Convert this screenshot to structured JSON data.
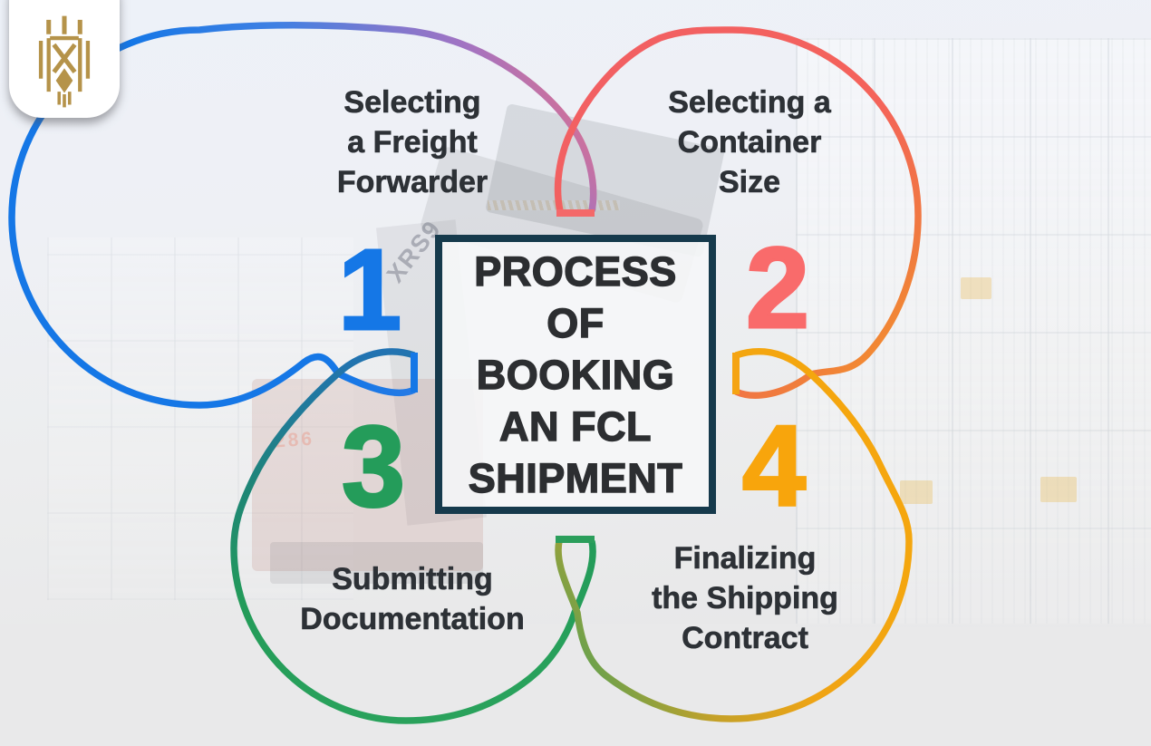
{
  "meta": {
    "kind": "process-infographic"
  },
  "logo": {
    "icon": "gold-crest-emblem",
    "gold": "#b5934a",
    "card_bg": "#ffffff"
  },
  "title_box": {
    "text": "PROCESS OF BOOKING AN FCL SHIPMENT",
    "lines": [
      "PROCESS",
      "OF",
      "BOOKING",
      "AN FCL",
      "SHIPMENT"
    ],
    "border_color": "#163a4c",
    "text_color": "#2c2e31"
  },
  "steps": [
    {
      "number": "1",
      "label": "Selecting a Freight Forwarder",
      "lines": [
        "Selecting",
        "a Freight",
        "Forwarder"
      ],
      "color": "#1577e6",
      "ring_gradient": [
        "#ef6f7e",
        "#a273c2",
        "#1577e6"
      ]
    },
    {
      "number": "2",
      "label": "Selecting a Container Size",
      "lines": [
        "Selecting a",
        "Container",
        "Size"
      ],
      "color": "#f96b6b",
      "ring_gradient": [
        "#f25f63",
        "#f07b3e",
        "#f49d22"
      ]
    },
    {
      "number": "3",
      "label": "Submitting Documentation",
      "lines": [
        "Submitting",
        "Documentation"
      ],
      "color": "#249c5a",
      "ring_gradient": [
        "#2272b5",
        "#1e8577",
        "#2aa35c"
      ]
    },
    {
      "number": "4",
      "label": "Finalizing the Shipping Contract",
      "lines": [
        "Finalizing",
        "the Shipping",
        "Contract"
      ],
      "color": "#f8a50c",
      "ring_gradient": [
        "#f6a70c",
        "#c5a128",
        "#6fa14b"
      ]
    }
  ],
  "label_text_color": "#2d3136",
  "background": {
    "description": "faded container yard photo with reach stacker",
    "watermark_text": "XRS9",
    "watermark_text_2": "286",
    "base_top": "#edf1f8",
    "base_bottom": "#e9e9ea"
  }
}
